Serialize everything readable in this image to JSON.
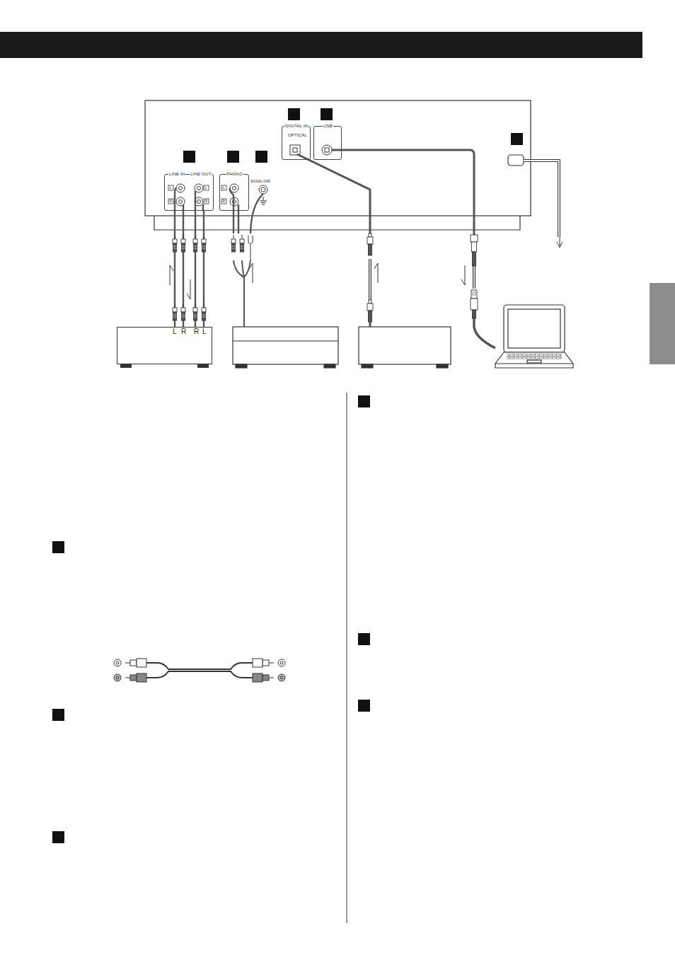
{
  "diagram": {
    "nodes": [
      {
        "text": [
          "LINE IN",
          "LINE OUT"
        ]
      },
      {
        "text": [
          "PHONO"
        ]
      },
      {
        "text": [
          "DIGITAL IN",
          "OPTICAL"
        ]
      },
      {
        "text": [
          "USB"
        ]
      },
      {
        "text": [
          "L",
          "R",
          "R",
          "L"
        ]
      }
    ],
    "edges": [
      {
        "from": 4,
        "to": 0,
        "arrow": "to"
      },
      {
        "from": 0,
        "to": 4,
        "arrow": "to"
      }
    ],
    "labels": [
      "L",
      "R",
      "L",
      "R",
      "L",
      "R",
      "SIGNAL GND"
    ]
  }
}
